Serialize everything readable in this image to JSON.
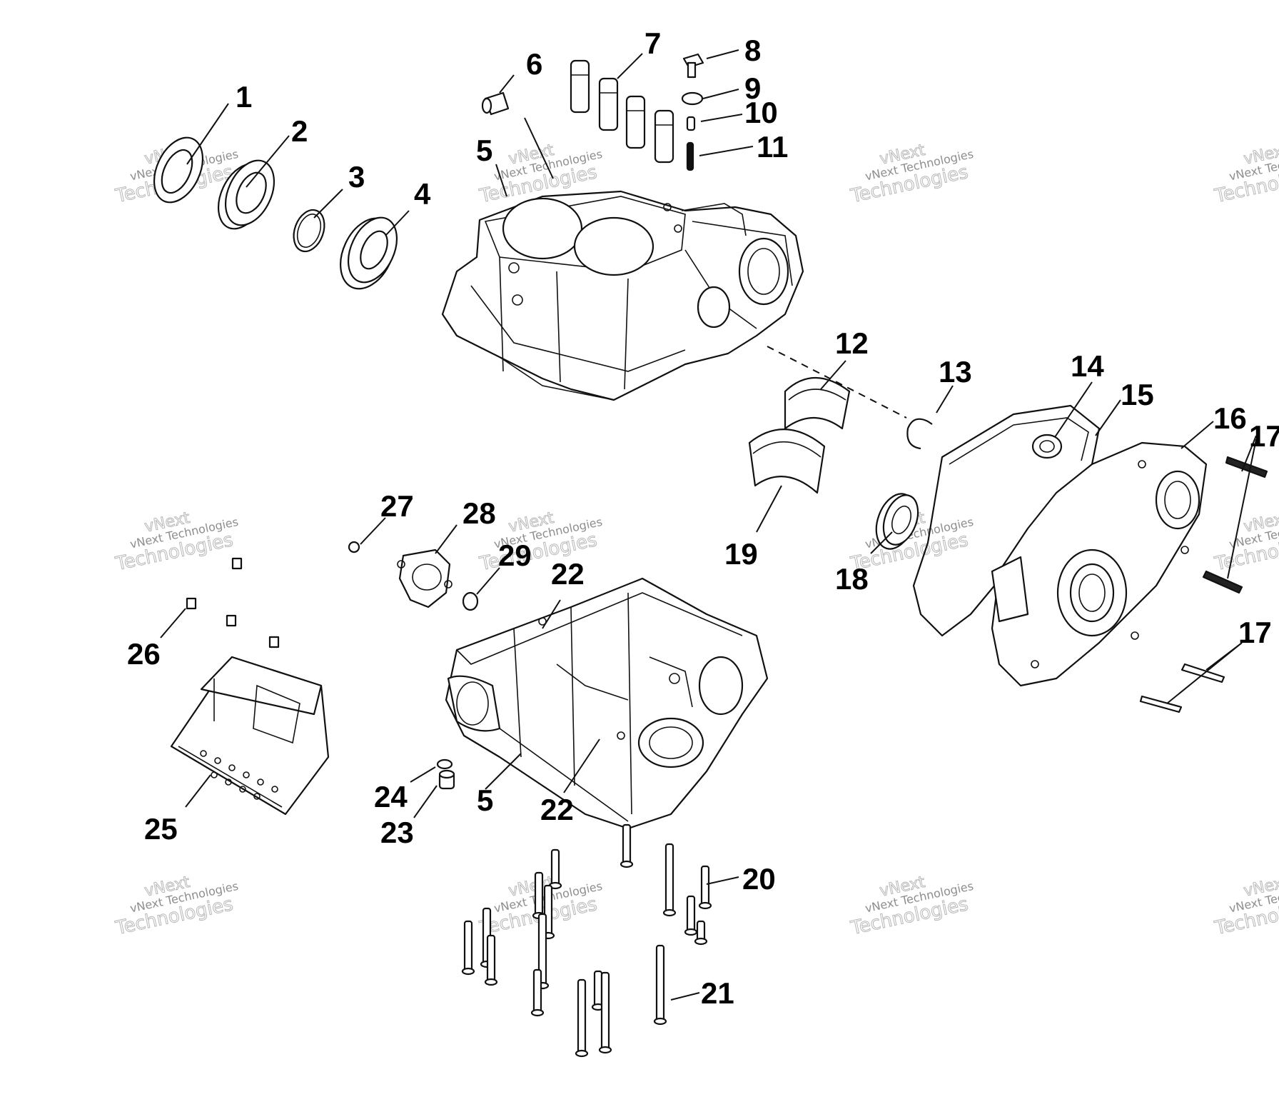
{
  "diagram": {
    "callouts": [
      "1",
      "2",
      "3",
      "4",
      "5",
      "6",
      "7",
      "8",
      "9",
      "10",
      "11",
      "12",
      "13",
      "14",
      "15",
      "16",
      "17",
      "17",
      "18",
      "19",
      "20",
      "21",
      "22",
      "22",
      "23",
      "24",
      "25",
      "26",
      "27",
      "28",
      "29",
      "5"
    ],
    "watermark": {
      "line1": "vNext",
      "line2": "vNext Technologies",
      "line3": "Technologies"
    }
  },
  "colors": {
    "ink": "#111111",
    "background": "#ffffff",
    "watermark": "#b0b0b0"
  }
}
